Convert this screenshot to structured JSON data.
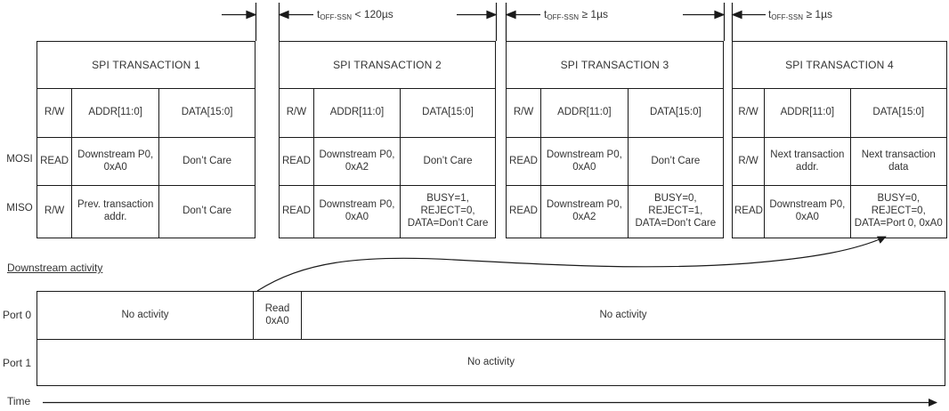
{
  "figure": {
    "type": "spi-timing-diagram",
    "colors": {
      "line": "#1a1a1a",
      "text": "#333333",
      "background": "#ffffff"
    }
  },
  "annotations": {
    "items": [
      {
        "t": "t",
        "sub": "OFF-SSN",
        "cond": " < 120µs"
      },
      {
        "t": "t",
        "sub": "OFF-SSN",
        "cond": " ≥  1µs"
      },
      {
        "t": "t",
        "sub": "OFF-SSN",
        "cond": " ≥  1µs"
      }
    ]
  },
  "row_labels": {
    "mosi": "MOSI",
    "miso": "MISO"
  },
  "transactions": [
    {
      "title": "SPI TRANSACTION 1",
      "headers": [
        "R/W",
        "ADDR[11:0]",
        "DATA[15:0]"
      ],
      "mosi": [
        "READ",
        "Downstream P0,\n0xA0",
        "Don’t Care"
      ],
      "miso": [
        "R/W",
        "Prev. transaction\naddr.",
        "Don’t Care"
      ]
    },
    {
      "title": "SPI TRANSACTION 2",
      "headers": [
        "R/W",
        "ADDR[11:0]",
        "DATA[15:0]"
      ],
      "mosi": [
        "READ",
        "Downstream P0,\n0xA2",
        "Don’t Care"
      ],
      "miso": [
        "READ",
        "Downstream P0,\n0xA0",
        "BUSY=1,\nREJECT=0,\nDATA=Don’t Care"
      ]
    },
    {
      "title": "SPI TRANSACTION 3",
      "headers": [
        "R/W",
        "ADDR[11:0]",
        "DATA[15:0]"
      ],
      "mosi": [
        "READ",
        "Downstream P0,\n0xA0",
        "Don’t Care"
      ],
      "miso": [
        "READ",
        "Downstream P0,\n0xA2",
        "BUSY=0,\nREJECT=1,\nDATA=Don’t Care"
      ]
    },
    {
      "title": "SPI TRANSACTION 4",
      "headers": [
        "R/W",
        "ADDR[11:0]",
        "DATA[15:0]"
      ],
      "mosi": [
        "R/W",
        "Next transaction\naddr.",
        "Next transaction\ndata"
      ],
      "miso": [
        "READ",
        "Downstream P0,\n0xA0",
        "BUSY=0,\nREJECT=0,\nDATA=Port 0, 0xA0"
      ]
    }
  ],
  "downstream": {
    "label": "Downstream activity",
    "ports": [
      {
        "label": "Port 0",
        "cells": [
          "No activity",
          "Read\n0xA0",
          "No activity"
        ]
      },
      {
        "label": "Port 1",
        "cells": [
          "No activity"
        ]
      }
    ],
    "time_label": "Time"
  }
}
